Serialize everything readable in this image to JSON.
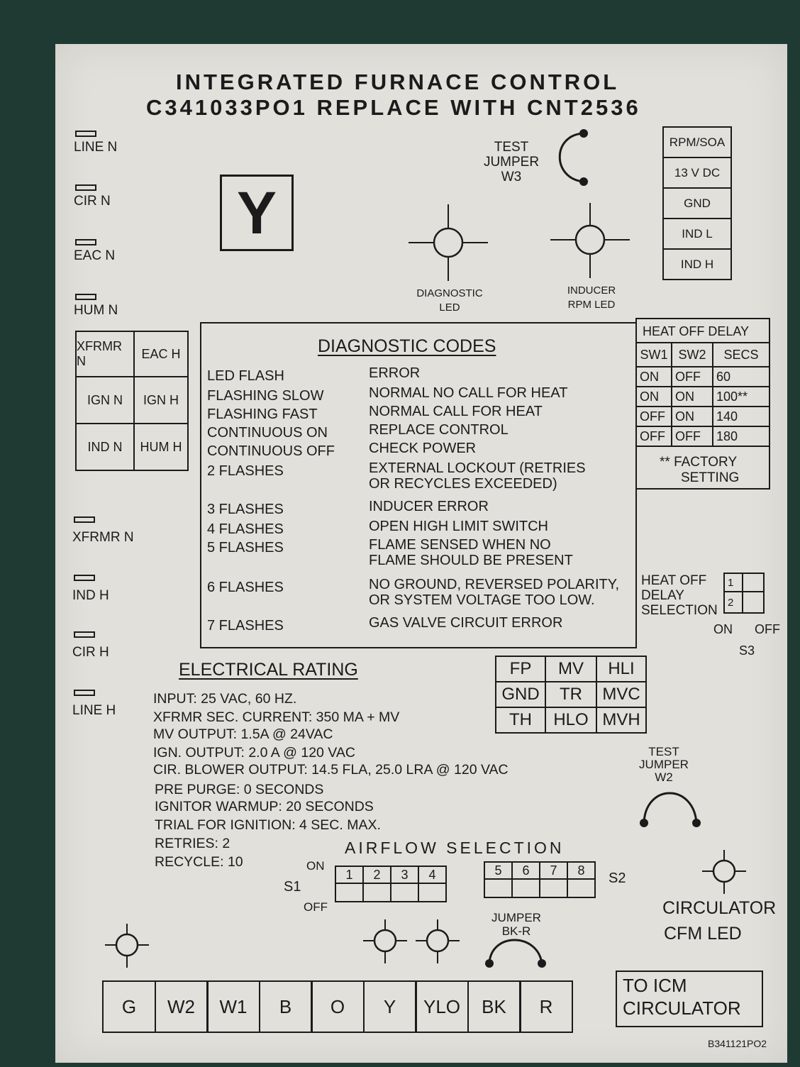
{
  "title": {
    "line1": "INTEGRATED FURNACE CONTROL",
    "line2": "C341033PO1 REPLACE WITH CNT2536"
  },
  "left_terminals": [
    {
      "label": "LINE N"
    },
    {
      "label": "CIR N"
    },
    {
      "label": "EAC N"
    },
    {
      "label": "HUM N"
    }
  ],
  "left_terminals_lower": [
    {
      "label": "XFRMR N"
    },
    {
      "label": "IND H"
    },
    {
      "label": "CIR H"
    },
    {
      "label": "LINE H"
    }
  ],
  "logo_letter": "Y",
  "connector_grid": [
    [
      "XFRMR N",
      "EAC H"
    ],
    [
      "IGN N",
      "IGN H"
    ],
    [
      "IND N",
      "HUM H"
    ]
  ],
  "test_jumper_w3": "TEST JUMPER W3",
  "test_jumper_w3_lines": [
    "TEST",
    "JUMPER",
    "W3"
  ],
  "diagnostic_led": [
    "DIAGNOSTIC",
    "LED"
  ],
  "inducer_led": [
    "INDUCER",
    "RPM LED"
  ],
  "rpm_column": [
    "RPM/SOA",
    "13 V DC",
    "GND",
    "IND L",
    "IND H"
  ],
  "diagnostic_codes": {
    "heading": "DIAGNOSTIC CODES",
    "rows": [
      {
        "code": "LED FLASH",
        "meaning": [
          "ERROR"
        ]
      },
      {
        "code": "FLASHING SLOW",
        "meaning": [
          "NORMAL NO CALL FOR HEAT"
        ]
      },
      {
        "code": "FLASHING FAST",
        "meaning": [
          "NORMAL CALL FOR HEAT"
        ]
      },
      {
        "code": "CONTINUOUS ON",
        "meaning": [
          "REPLACE CONTROL"
        ]
      },
      {
        "code": "CONTINUOUS OFF",
        "meaning": [
          "CHECK POWER"
        ]
      },
      {
        "code": "2 FLASHES",
        "meaning": [
          "EXTERNAL LOCKOUT (RETRIES",
          "OR RECYCLES EXCEEDED)"
        ]
      },
      {
        "code": "3 FLASHES",
        "meaning": [
          "INDUCER ERROR"
        ]
      },
      {
        "code": "4 FLASHES",
        "meaning": [
          "OPEN HIGH LIMIT SWITCH"
        ]
      },
      {
        "code": "5 FLASHES",
        "meaning": [
          "FLAME SENSED WHEN NO",
          "FLAME SHOULD BE PRESENT"
        ]
      },
      {
        "code": "6 FLASHES",
        "meaning": [
          "NO GROUND, REVERSED POLARITY,",
          "OR SYSTEM VOLTAGE TOO LOW."
        ]
      },
      {
        "code": "7 FLASHES",
        "meaning": [
          "GAS VALVE CIRCUIT ERROR"
        ]
      }
    ]
  },
  "heat_off_delay": {
    "title": "HEAT OFF DELAY",
    "headers": [
      "SW1",
      "SW2",
      "SECS"
    ],
    "rows": [
      [
        "ON",
        "OFF",
        "60"
      ],
      [
        "ON",
        "ON",
        "100**"
      ],
      [
        "OFF",
        "ON",
        "140"
      ],
      [
        "OFF",
        "OFF",
        "180"
      ]
    ],
    "note": [
      "** FACTORY",
      "SETTING"
    ]
  },
  "heat_off_selection": {
    "label": [
      "HEAT OFF",
      "DELAY",
      "SELECTION"
    ],
    "positions": [
      "1",
      "2"
    ],
    "on": "ON",
    "off": "OFF",
    "switch": "S3"
  },
  "electrical_rating": {
    "heading": "ELECTRICAL RATING",
    "lines": [
      "INPUT:  25 VAC, 60 HZ.",
      "XFRMR SEC. CURRENT:  350 MA + MV",
      "MV OUTPUT:  1.5A @ 24VAC",
      "IGN. OUTPUT:  2.0 A @ 120 VAC",
      "CIR. BLOWER OUTPUT:  14.5 FLA, 25.0 LRA @ 120 VAC",
      "PRE PURGE: 0 SECONDS",
      "IGNITOR WARMUP: 20 SECONDS",
      "TRIAL FOR IGNITION: 4 SEC. MAX.",
      "RETRIES: 2",
      "RECYCLE: 10"
    ]
  },
  "limit_grid": [
    [
      "FP",
      "MV",
      "HLI"
    ],
    [
      "GND",
      "TR",
      "MVC"
    ],
    [
      "TH",
      "HLO",
      "MVH"
    ]
  ],
  "test_jumper_w2_lines": [
    "TEST",
    "JUMPER",
    "W2"
  ],
  "airflow": {
    "heading": "AIRFLOW SELECTION",
    "s1": {
      "label": "S1",
      "on": "ON",
      "off": "OFF",
      "switches": [
        "1",
        "2",
        "3",
        "4"
      ]
    },
    "s2": {
      "label": "S2",
      "switches": [
        "5",
        "6",
        "7",
        "8"
      ]
    }
  },
  "circulator_led": [
    "CIRCULATOR",
    "CFM LED"
  ],
  "jumper_bkr": [
    "JUMPER",
    "BK-R"
  ],
  "terminal_strip": [
    "G",
    "W2",
    "W1",
    "B",
    "O",
    "Y",
    "YLO",
    "BK",
    "R"
  ],
  "icm_box": [
    "TO ICM",
    "CIRCULATOR"
  ],
  "part_number": "B341121PO2",
  "colors": {
    "label_bg": "#e1e0db",
    "ink": "#1b1b1b",
    "enclosure": "#1f3a33"
  }
}
